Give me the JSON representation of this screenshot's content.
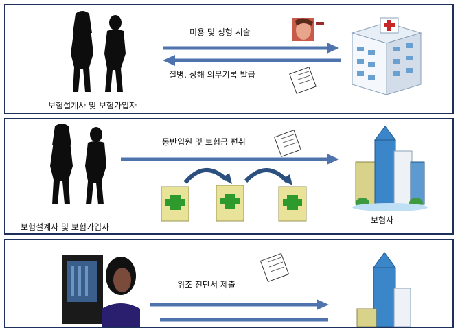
{
  "panel1": {
    "top_label": "미용 및 성형 시술",
    "bottom_label": "질병, 상해 의무기록 발급",
    "people_label": "보험설계사 및 보험가입자"
  },
  "panel2": {
    "top_label": "동반입원 및 보험금 편취",
    "people_label": "보험설계사 및 보험가입자",
    "company_label": "보험사"
  },
  "panel3": {
    "top_label": "위조 진단서 제출"
  },
  "colors": {
    "frame": "#1f2f5c",
    "arrow": "#4f73ad",
    "silhouette": "#0d0d0d",
    "hospital_cross": "#2e9a2e",
    "building_blue": "#3b86c8"
  }
}
